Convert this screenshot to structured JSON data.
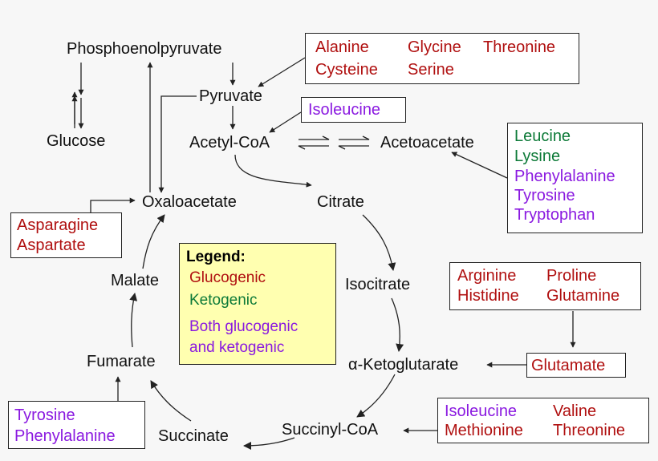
{
  "colors": {
    "glucogenic": "#b01010",
    "ketogenic": "#0d7a38",
    "both": "#8a19e0",
    "legend_bg": "#ffffb0"
  },
  "metabolites": {
    "phosphoenolpyruvate": "Phosphoenolpyruvate",
    "glucose": "Glucose",
    "pyruvate": "Pyruvate",
    "acetyl_coa": "Acetyl-CoA",
    "acetoacetate": "Acetoacetate",
    "oxaloacetate": "Oxaloacetate",
    "citrate": "Citrate",
    "isocitrate": "Isocitrate",
    "alpha_ketoglutarate": "α-Ketoglutarate",
    "succinyl_coa": "Succinyl-CoA",
    "succinate": "Succinate",
    "fumarate": "Fumarate",
    "malate": "Malate"
  },
  "amino_acid_boxes": {
    "pyruvate_group": [
      "Alanine",
      "Glycine",
      "Threonine",
      "Cysteine",
      "Serine"
    ],
    "acetyl_group": [
      "Isoleucine"
    ],
    "acetoacetate_group": [
      "Leucine",
      "Lysine",
      "Phenylalanine",
      "Tyrosine",
      "Tryptophan"
    ],
    "oxaloacetate_group": [
      "Asparagine",
      "Aspartate"
    ],
    "glutamate_group": [
      "Arginine",
      "Proline",
      "Histidine",
      "Glutamine"
    ],
    "glutamate": [
      "Glutamate"
    ],
    "succinyl_group": [
      "Isoleucine",
      "Valine",
      "Methionine",
      "Threonine"
    ],
    "fumarate_group": [
      "Tyrosine",
      "Phenylalanine"
    ]
  },
  "legend": {
    "title": "Legend:",
    "glucogenic": "Glucogenic",
    "ketogenic": "Ketogenic",
    "both_line1": "Both glucogenic",
    "both_line2": "and ketogenic"
  }
}
